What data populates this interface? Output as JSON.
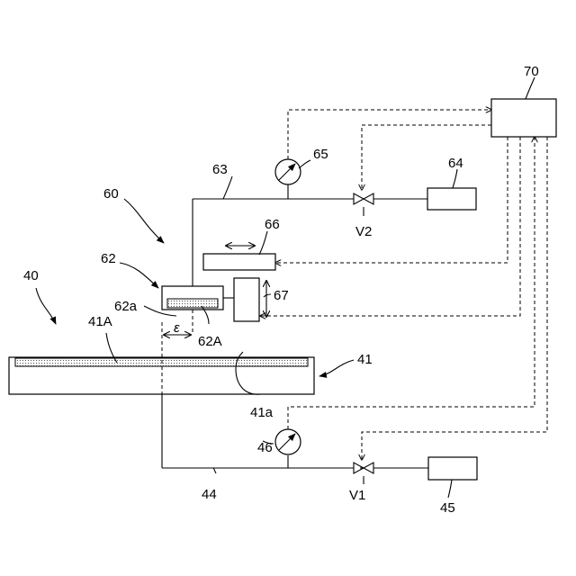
{
  "labels": {
    "l40": "40",
    "l41": "41",
    "l41A": "41A",
    "l41a": "41a",
    "l44": "44",
    "l45": "45",
    "l46": "46",
    "lV1": "V1",
    "l60": "60",
    "l62": "62",
    "l62a": "62a",
    "l62A": "62A",
    "lEps": "ε",
    "l63": "63",
    "l64": "64",
    "l65": "65",
    "l66": "66",
    "l67": "67",
    "lV2": "V2",
    "l70": "70"
  }
}
